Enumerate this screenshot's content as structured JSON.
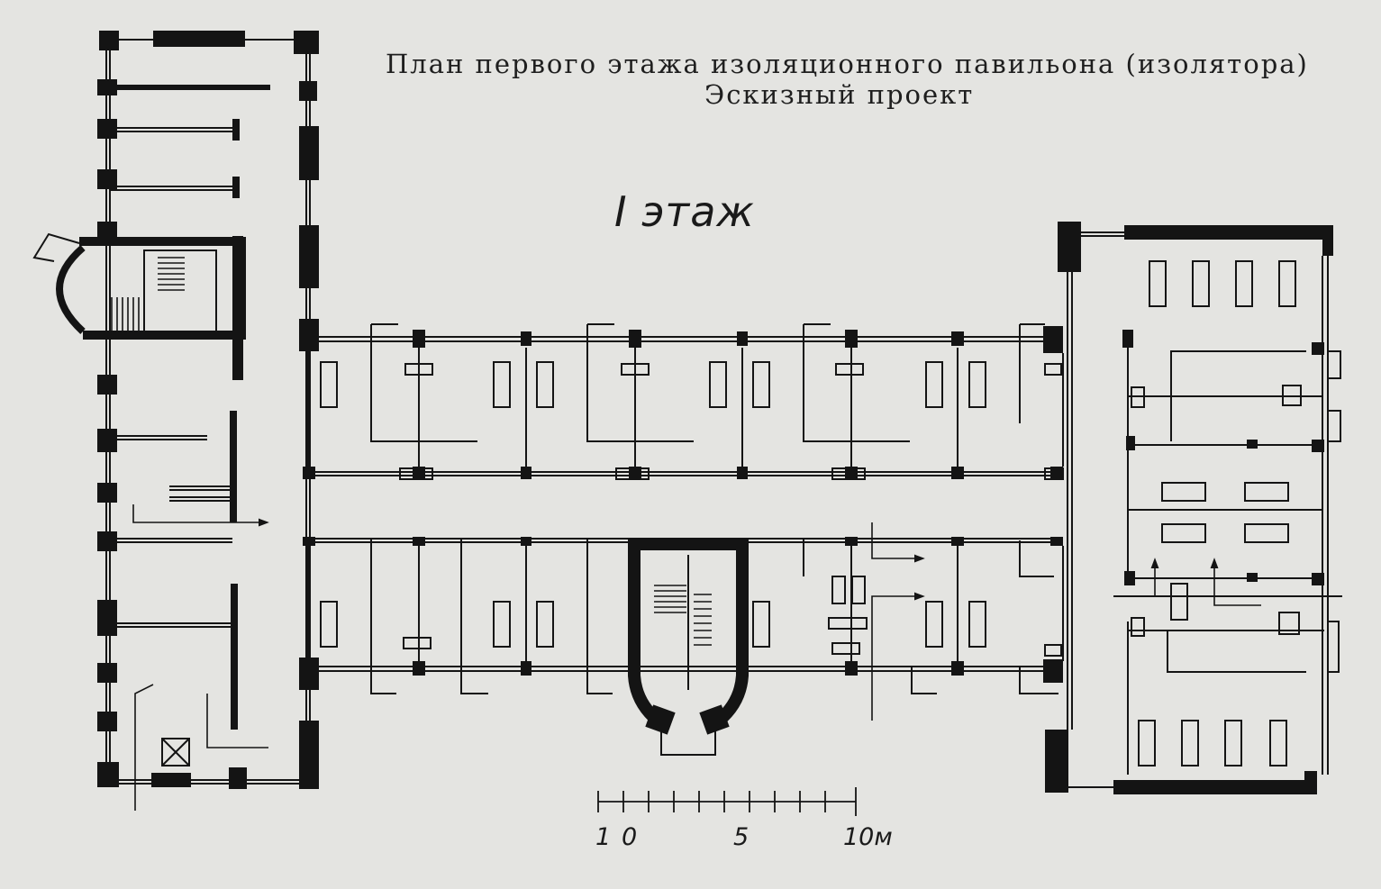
{
  "title": {
    "line1": "План первого этажа изоляционного павильона (изолятора)",
    "line2": "Эскизный проект"
  },
  "floor_label": "I этаж",
  "scale_bar": {
    "labels": [
      "1",
      "0",
      "5",
      "10м"
    ]
  },
  "colors": {
    "paper": "#e4e4e1",
    "ink": "#141414"
  }
}
